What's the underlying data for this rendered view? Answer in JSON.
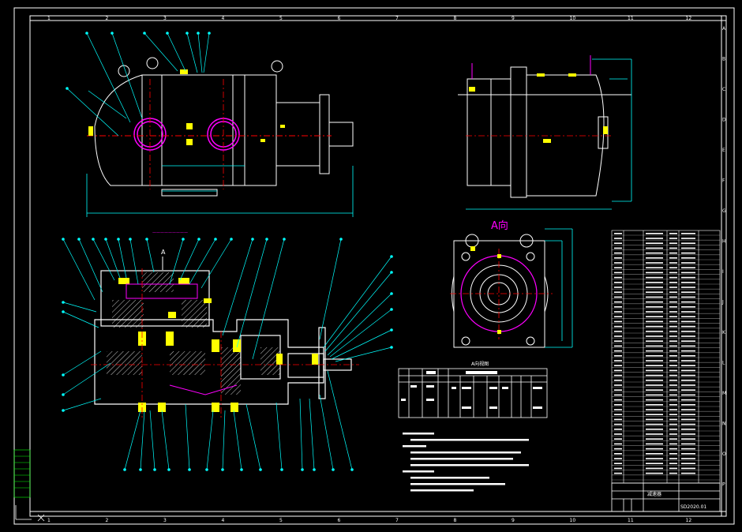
{
  "drawing": {
    "border_numbers_top": [
      "1",
      "2",
      "3",
      "4",
      "5",
      "6",
      "7",
      "8",
      "9",
      "10",
      "11",
      "12"
    ],
    "border_numbers_bottom": [
      "1",
      "2",
      "3",
      "4",
      "5",
      "6",
      "7",
      "8",
      "9",
      "10",
      "11",
      "12"
    ],
    "border_letters": [
      "A",
      "B",
      "C",
      "D",
      "E",
      "F",
      "G",
      "H",
      "I",
      "J",
      "K",
      "L",
      "M",
      "N",
      "O",
      "P"
    ],
    "view_label_a": "A向",
    "view_label_a_below": "A向视图",
    "section_label": "A",
    "title_block_code": "SD2020.01",
    "title_block_name": "减速器"
  },
  "colors": {
    "background": "#000000",
    "frame": "#ffffff",
    "leader": "#00ffff",
    "part": "#ffff00",
    "center": "#ff0000",
    "accent": "#ff00ff",
    "hatch": "#ffffff"
  }
}
